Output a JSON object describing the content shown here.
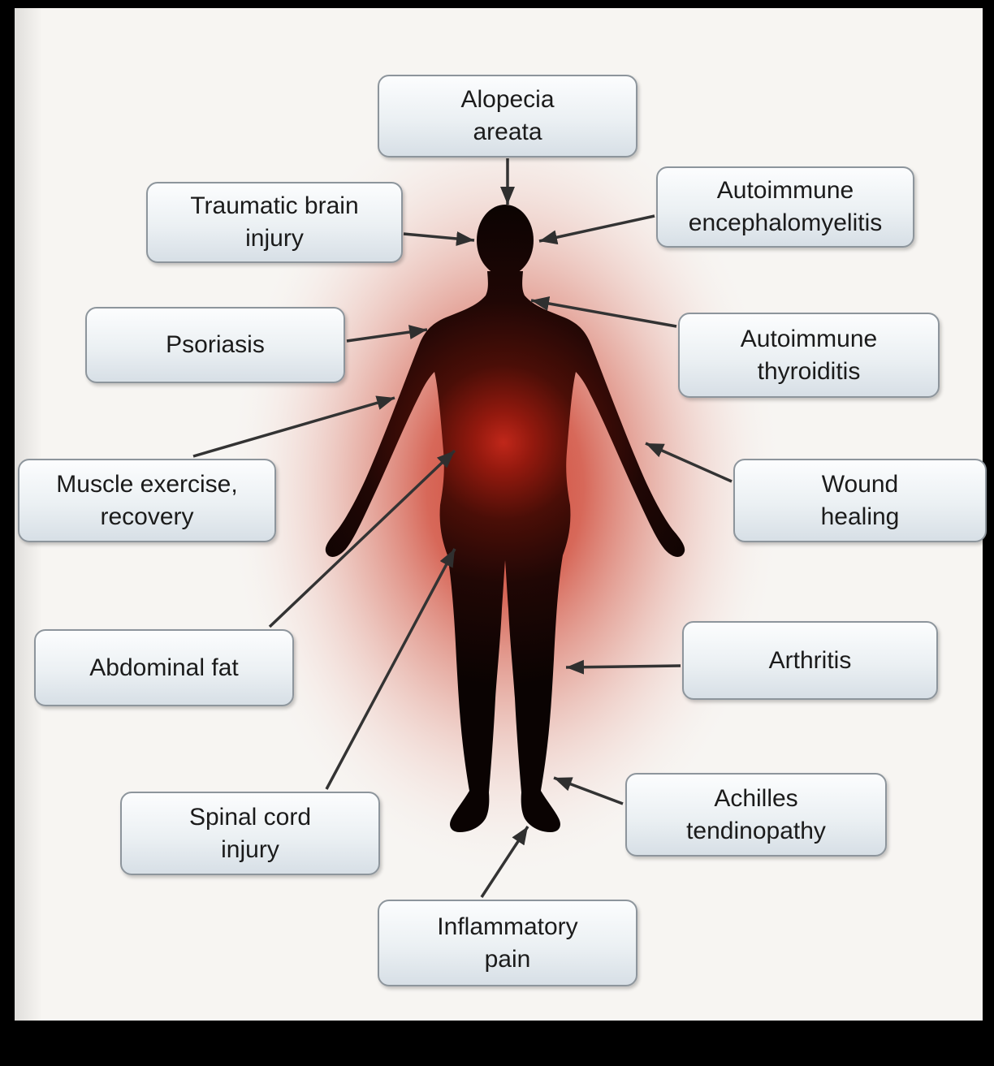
{
  "diagram": {
    "title_hint": "Conditions and processes associated with the human body (inflammation diagram)",
    "labels": [
      {
        "id": "alopecia-areata",
        "text": "Alopecia\nareata"
      },
      {
        "id": "traumatic-brain-injury",
        "text": "Traumatic brain\ninjury"
      },
      {
        "id": "autoimmune-encephalomyelitis",
        "text": "Autoimmune\nencephalomyelitis"
      },
      {
        "id": "psoriasis",
        "text": "Psoriasis"
      },
      {
        "id": "autoimmune-thyroiditis",
        "text": "Autoimmune\nthyroiditis"
      },
      {
        "id": "muscle-exercise-recovery",
        "text": "Muscle exercise,\nrecovery"
      },
      {
        "id": "wound-healing",
        "text": "Wound\nhealing"
      },
      {
        "id": "abdominal-fat",
        "text": "Abdominal fat"
      },
      {
        "id": "arthritis",
        "text": "Arthritis"
      },
      {
        "id": "spinal-cord-injury",
        "text": "Spinal cord\ninjury"
      },
      {
        "id": "achilles-tendinopathy",
        "text": "Achilles\ntendinopathy"
      },
      {
        "id": "inflammatory-pain",
        "text": "Inflammatory\npain"
      }
    ],
    "figure": {
      "subject": "human-body-silhouette",
      "glow_core_color": "#c8281a",
      "body_edge_color": "#0a0302"
    },
    "colors": {
      "frame": "#000000",
      "background": "#f7f5f2",
      "box_border": "#8d959c",
      "box_bg_top": "#fcfdfe",
      "box_bg_bottom": "#d7dfe6",
      "arrow": "#333333"
    }
  }
}
